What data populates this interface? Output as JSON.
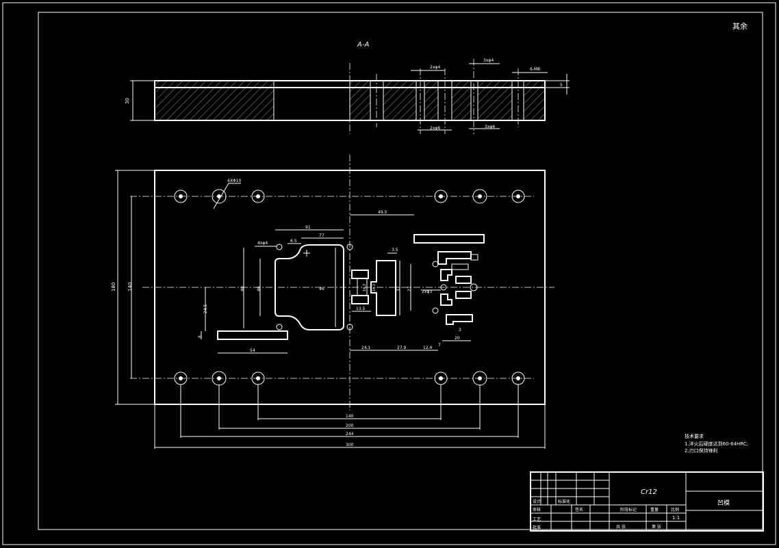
{
  "colors": {
    "background": "#000000",
    "line": "#ffffff"
  },
  "corner_mark": "其余",
  "section": {
    "title": "A-A",
    "dims": {
      "height": "30",
      "right_small": "5",
      "top_a": "2xφ4",
      "top_b": "3xφ4",
      "top_c": "6-M8",
      "bot_a": "2xφ6",
      "bot_b": "3xφ6"
    }
  },
  "plan": {
    "callout_holes": "4XΦ10",
    "dims": {
      "overall_h": "180",
      "inner_h": "140",
      "left_small": "8",
      "left_24": "24.5",
      "d91": "91",
      "d77": "77",
      "d65": "6.5",
      "d4xphi4": "4xφ4",
      "d40": "40",
      "d46": "46",
      "d54": "54",
      "d495": "49.5",
      "d35": "3.5",
      "d37": "37",
      "d27": "27",
      "d16a": "16.2",
      "d16b": "16.2",
      "d135": "13.5",
      "d2xphi3": "2xφ3",
      "d241": "24.1",
      "d279": "27.9",
      "d124": "12.4",
      "d20": "20",
      "d3": "3",
      "d7": "7",
      "b140": "140",
      "b200": "200",
      "b244": "244",
      "b300": "300"
    }
  },
  "tech_req": {
    "title": "技术要求",
    "line1": "1.淬火后硬度达到60-64HRC;",
    "line2": "2.刃口保持锋利"
  },
  "title_block": {
    "material": "Cr12",
    "part_name": "凹模",
    "scale": "1:1",
    "labels": {
      "mark_stage": "阶段标记",
      "weight": "重量",
      "ratio": "比例",
      "design": "设计",
      "std": "标准化",
      "review": "审核",
      "craft": "工艺",
      "approve": "批准",
      "sheets": "共 张",
      "sheet_no": "第 张",
      "sign": "签名"
    }
  }
}
